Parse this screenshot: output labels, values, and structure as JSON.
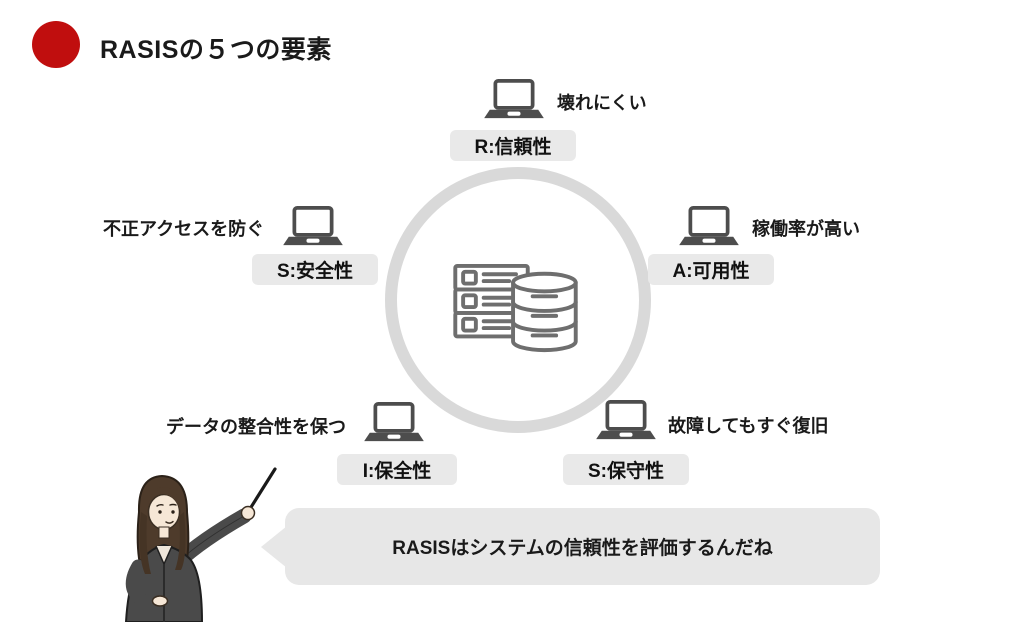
{
  "title": "RASISの５つの要素",
  "colors": {
    "accent_red": "#c00e0e",
    "ring_gray": "#d9d9d9",
    "label_bg": "#e9e9e9",
    "bubble_bg": "#e7e7e7",
    "laptop_dark": "#4d4d4d",
    "center_icon_outline": "#6e6e6e"
  },
  "nodes": [
    {
      "key": "reliability",
      "label": "R:信頼性",
      "description": "壊れにくい"
    },
    {
      "key": "availability",
      "label": "A:可用性",
      "description": "稼働率が高い"
    },
    {
      "key": "security",
      "label": "S:安全性",
      "description": "不正アクセスを防ぐ"
    },
    {
      "key": "integrity",
      "label": "I:保全性",
      "description": "データの整合性を保つ"
    },
    {
      "key": "serviceability",
      "label": "S:保守性",
      "description": "故障してもすぐ復旧"
    }
  ],
  "speech_bubble": {
    "text": "RASISはシステムの信頼性を評価するんだね"
  }
}
